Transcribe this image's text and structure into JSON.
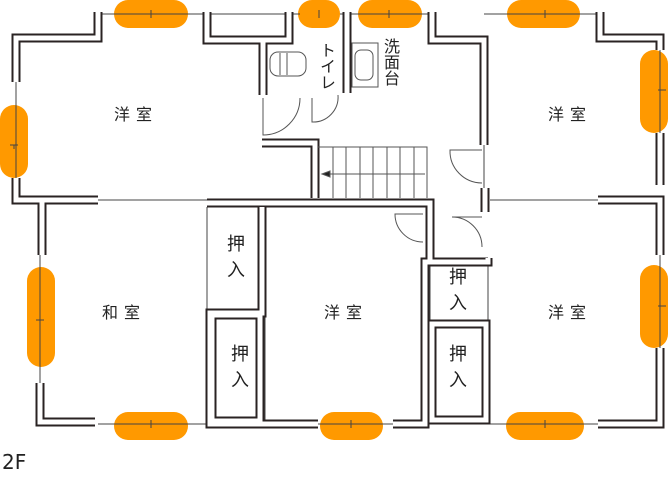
{
  "floor_label": "2F",
  "rooms": {
    "nw": "洋室",
    "ne": "洋室",
    "sw": "和室",
    "center": "洋室",
    "se": "洋室"
  },
  "closets": [
    "押入",
    "押入",
    "押入",
    "押入"
  ],
  "toilet": "トイレ",
  "washstand": "洗面台",
  "colors": {
    "window": "#ff9900",
    "wall": "#2a2323"
  }
}
